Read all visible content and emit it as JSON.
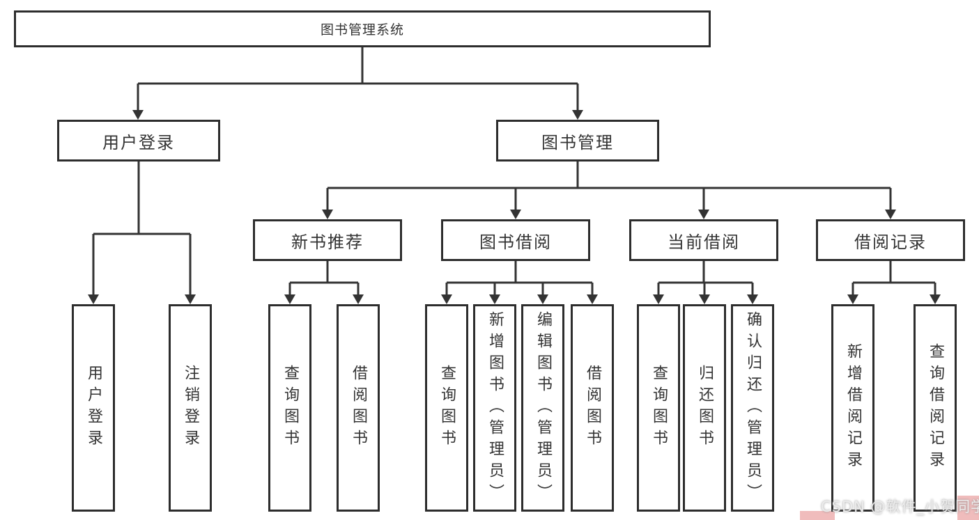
{
  "tree": {
    "root": {
      "label": "图书管理系统"
    },
    "user_login": {
      "label": "用户登录",
      "leaves": [
        {
          "label": "用户登录"
        },
        {
          "label": "注销登录"
        }
      ]
    },
    "book_mgmt": {
      "label": "图书管理",
      "groups": [
        {
          "label": "新书推荐",
          "leaves": [
            {
              "label": "查询图书"
            },
            {
              "label": "借阅图书"
            }
          ]
        },
        {
          "label": "图书借阅",
          "leaves": [
            {
              "label": "查询图书"
            },
            {
              "label": "新增图书（管理员）"
            },
            {
              "label": "编辑图书（管理员）"
            },
            {
              "label": "借阅图书"
            }
          ]
        },
        {
          "label": "当前借阅",
          "leaves": [
            {
              "label": "查询图书"
            },
            {
              "label": "归还图书"
            },
            {
              "label": "确认归还（管理员）"
            }
          ]
        },
        {
          "label": "借阅记录",
          "leaves": [
            {
              "label": "新增借阅记录"
            },
            {
              "label": "查询借阅记录"
            }
          ]
        }
      ]
    }
  },
  "watermark": {
    "text": "CSDN @软件_小贺同学"
  },
  "colors": {
    "line": "#333333",
    "box_border": "#2d2d2d",
    "box_bg": "#ffffff",
    "text": "#333333",
    "watermark_bg": "#f0bcbc",
    "watermark_text": "#ececec"
  }
}
